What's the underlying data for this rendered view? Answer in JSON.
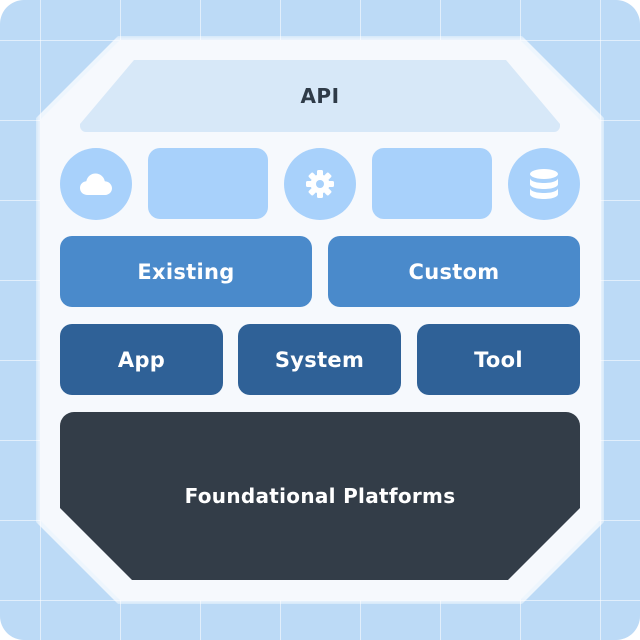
{
  "api": {
    "label": "API"
  },
  "icons": {
    "left": "cloud-icon",
    "center": "gear-icon",
    "right": "database-icon"
  },
  "mid_row": {
    "left": "Existing",
    "right": "Custom"
  },
  "low_row": {
    "left": "App",
    "center": "System",
    "right": "Tool"
  },
  "foundation": {
    "label": "Foundational Platforms"
  },
  "colors": {
    "background": "#bcdaf6",
    "panel": "#f6f9fd",
    "api": "#d7e8f8",
    "light_blue": "#a8d1fb",
    "mid_blue": "#4a8acb",
    "dark_blue": "#2f6197",
    "foundation": "#333d48"
  }
}
